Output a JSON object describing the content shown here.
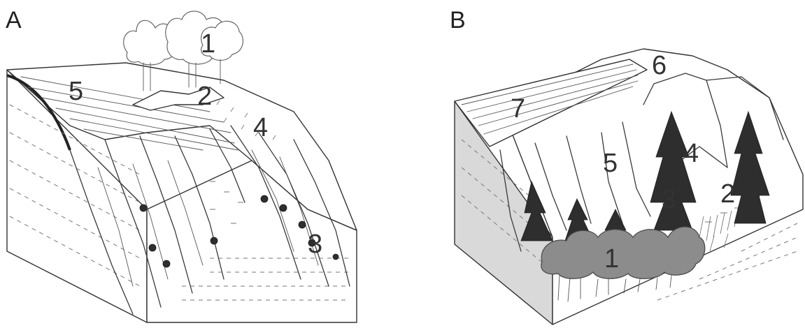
{
  "panels": [
    {
      "letter": "A",
      "zones": [
        "1",
        "2",
        "3",
        "4",
        "5"
      ]
    },
    {
      "letter": "B",
      "zones": [
        "1",
        "2",
        "3",
        "4",
        "5",
        "6",
        "7"
      ]
    }
  ]
}
